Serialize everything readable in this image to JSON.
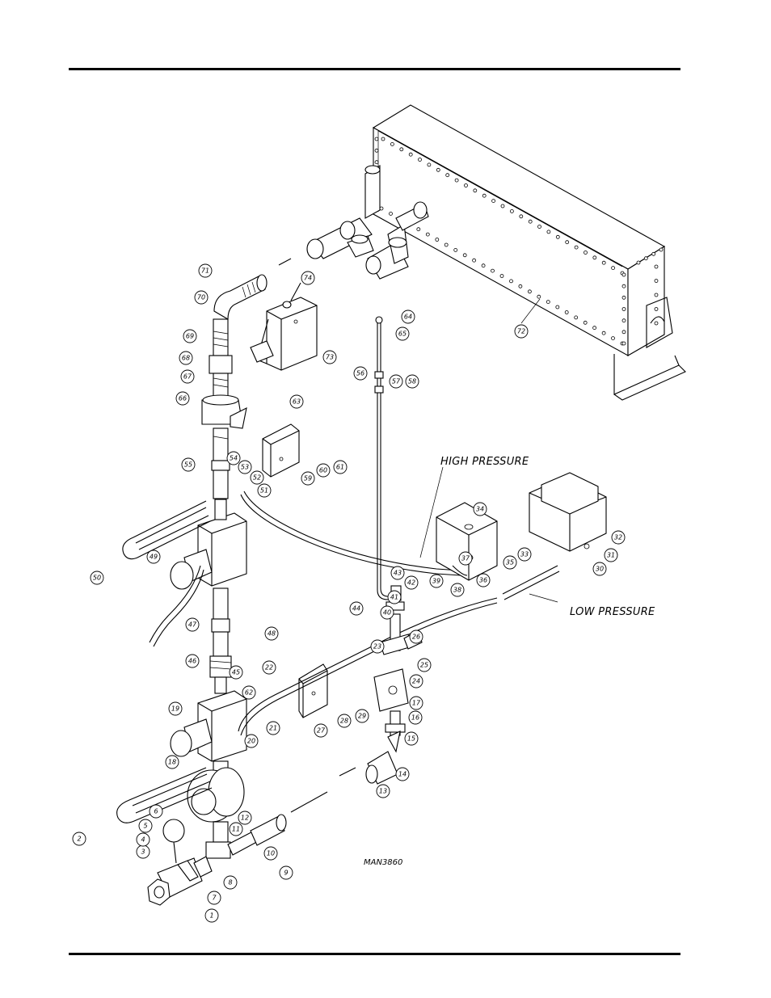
{
  "labels": {
    "high_pressure": "HIGH PRESSURE",
    "low_pressure": "LOW PRESSURE",
    "drawing_code": "MAN3860"
  },
  "callouts": [
    "1",
    "2",
    "3",
    "4",
    "5",
    "6",
    "7",
    "8",
    "9",
    "10",
    "11",
    "12",
    "13",
    "14",
    "15",
    "16",
    "17",
    "18",
    "19",
    "20",
    "21",
    "22",
    "23",
    "24",
    "25",
    "26",
    "27",
    "28",
    "29",
    "30",
    "31",
    "32",
    "33",
    "34",
    "35",
    "36",
    "37",
    "38",
    "39",
    "40",
    "41",
    "42",
    "43",
    "44",
    "45",
    "46",
    "47",
    "48",
    "49",
    "50",
    "51",
    "52",
    "53",
    "54",
    "55",
    "56",
    "57",
    "58",
    "59",
    "60",
    "61",
    "62",
    "63",
    "64",
    "65",
    "66",
    "67",
    "68",
    "69",
    "70",
    "71",
    "72",
    "73",
    "74"
  ]
}
